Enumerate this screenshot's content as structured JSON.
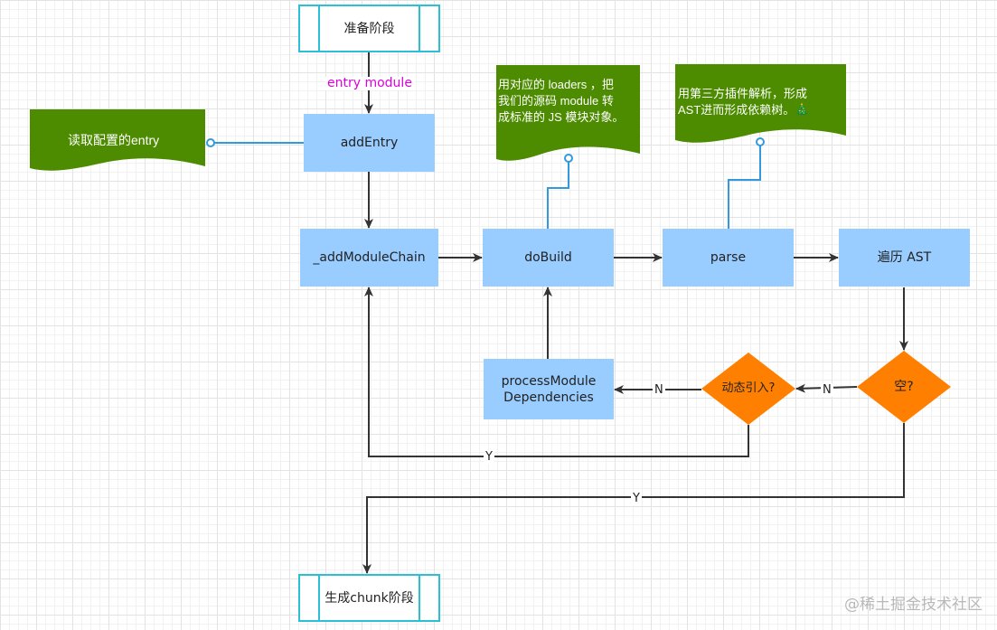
{
  "nodes": {
    "prepare_stage": "准备阶段",
    "add_entry": "addEntry",
    "add_module_chain": "_addModuleChain",
    "do_build": "doBuild",
    "parse": "parse",
    "traverse_ast": "遍历 AST",
    "process_deps_line1": "processModule",
    "process_deps_line2": "Dependencies",
    "dynamic_import": "动态引入?",
    "empty_check": "空?",
    "chunk_stage": "生成chunk阶段"
  },
  "notes": {
    "read_entry": "读取配置的entry",
    "loaders_line1": "用对应的 loaders ，把",
    "loaders_line2": "我们的源码 module 转",
    "loaders_line3": "成标准的 JS 模块对象。",
    "ast_line1": "用第三方插件解析，形成",
    "ast_line2": "AST进而形成依赖树。🎄"
  },
  "edge_labels": {
    "entry_module": "entry module",
    "n_dynamic": "N",
    "n_empty": "N",
    "y_dynamic": "Y",
    "y_empty": "Y"
  },
  "colors": {
    "process_fill": "#99ccff",
    "note_fill": "#4d8c00",
    "decision_fill": "#ff8000",
    "stage_border": "#2bc0d6",
    "connector": "#3399dd",
    "edge_label_accent": "#dd00dd"
  },
  "watermark": "@稀土掘金技术社区"
}
